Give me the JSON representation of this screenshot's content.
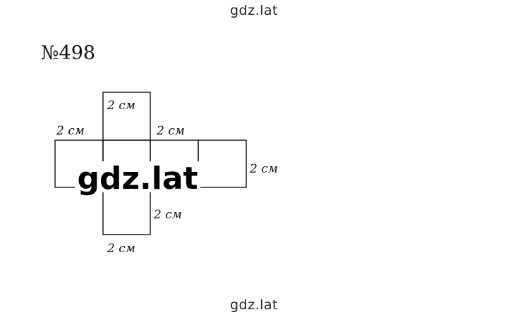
{
  "watermark": {
    "top": "gdz.lat",
    "center": "gdz.lat",
    "bottom": "gdz.lat"
  },
  "problem": {
    "number": "№498"
  },
  "net": {
    "labels": {
      "top_square": "2 см",
      "left_square": "2 см",
      "top_right": "2 см",
      "right_square": "2 см",
      "lower_right": "2 см",
      "bottom_square": "2 см"
    }
  },
  "colors": {
    "line": "#111111",
    "background": "#ffffff"
  }
}
